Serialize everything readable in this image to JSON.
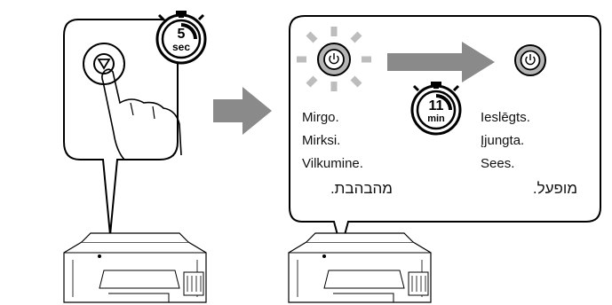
{
  "timer_left": {
    "value": "5",
    "unit": "sec"
  },
  "timer_right": {
    "value": "11",
    "unit": "min"
  },
  "labels_left": [
    "Mirgo.",
    "Mirksi.",
    "Vilkumine."
  ],
  "labels_right": [
    "Ieslēgts.",
    "Įjungta.",
    "Sees."
  ],
  "hebrew_left": "מהבהבת.",
  "hebrew_right": "מופעל.",
  "icons": {
    "stop_button": "stop-button-icon",
    "power": "power-icon",
    "hand": "pointing-hand-icon",
    "arrows": "right-arrow-icon",
    "printer": "printer-icon",
    "stopwatch": "stopwatch-icon"
  },
  "colors": {
    "outline": "#000000",
    "arrow": "#8a8a8a",
    "power_fill": "#b5b5b5",
    "power_halo": "#bdbdbd"
  }
}
